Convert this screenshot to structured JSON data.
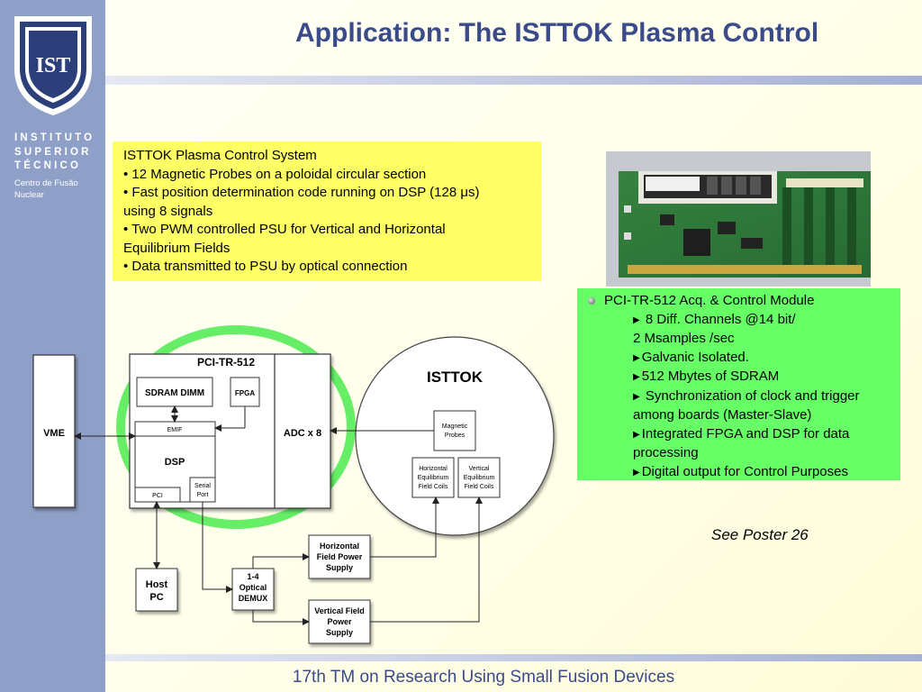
{
  "title": "Application: The ISTTOK Plasma Control",
  "footer": "17th TM on Research Using Small Fusion Devices",
  "logo": {
    "monogram": "IST",
    "lines": [
      "INSTITUTO",
      "SUPERIOR",
      "TÉCNICO"
    ],
    "sub_lines": [
      "Centro de Fusão",
      "Nuclear"
    ]
  },
  "yellow_box": {
    "lines": [
      "ISTTOK Plasma Control System",
      "• 12 Magnetic Probes on a poloidal circular section",
      "• Fast position determination code running on DSP (128 μs)",
      "using 8 signals",
      "• Two PWM controlled PSU for Vertical and Horizontal",
      "Equilibrium Fields",
      "• Data transmitted to PSU by optical connection"
    ]
  },
  "green_box": {
    "heading": "PCI-TR-512 Acq. & Control Module",
    "items": [
      " 8 Diff. Channels @14 bit/",
      "2 Msamples /sec",
      "Galvanic Isolated.",
      "512 Mbytes of SDRAM",
      " Synchronization of clock and trigger",
      "among boards (Master-Slave)",
      "Integrated FPGA and DSP for data",
      "processing",
      "Digital output for Control Purposes"
    ],
    "item_has_arrow": [
      true,
      false,
      true,
      true,
      true,
      false,
      true,
      false,
      true
    ]
  },
  "poster_note": "See Poster 26",
  "diagram": {
    "vme": "VME",
    "board_title": "PCI-TR-512",
    "sdram": "SDRAM DIMM",
    "fpga": "FPGA",
    "emif": "EMIF",
    "dsp": "DSP",
    "pci": "PCI",
    "serial_port": [
      "Serial",
      "Port"
    ],
    "adc": "ADC x 8",
    "isttok": "ISTTOK",
    "magnetic_probes": [
      "Magnetic",
      "Probes"
    ],
    "horizontal_coils": [
      "Horizontal",
      "Equilibrium",
      "Field Coils"
    ],
    "vertical_coils": [
      "Vertical",
      "Equilibrium",
      "Field Coils"
    ],
    "host_pc": [
      "Host",
      "PC"
    ],
    "demux": [
      "1-4",
      "Optical",
      "DEMUX"
    ],
    "horizontal_psu": [
      "Horizontal",
      "Field Power",
      "Supply"
    ],
    "vertical_psu": [
      "Vertical Field",
      "Power",
      "Supply"
    ]
  },
  "colors": {
    "sidebar": "#8fa0c8",
    "title": "#3b4b8a",
    "yellow_box": "#ffff66",
    "green_box": "#66ff66",
    "ring": "#66ee66"
  }
}
